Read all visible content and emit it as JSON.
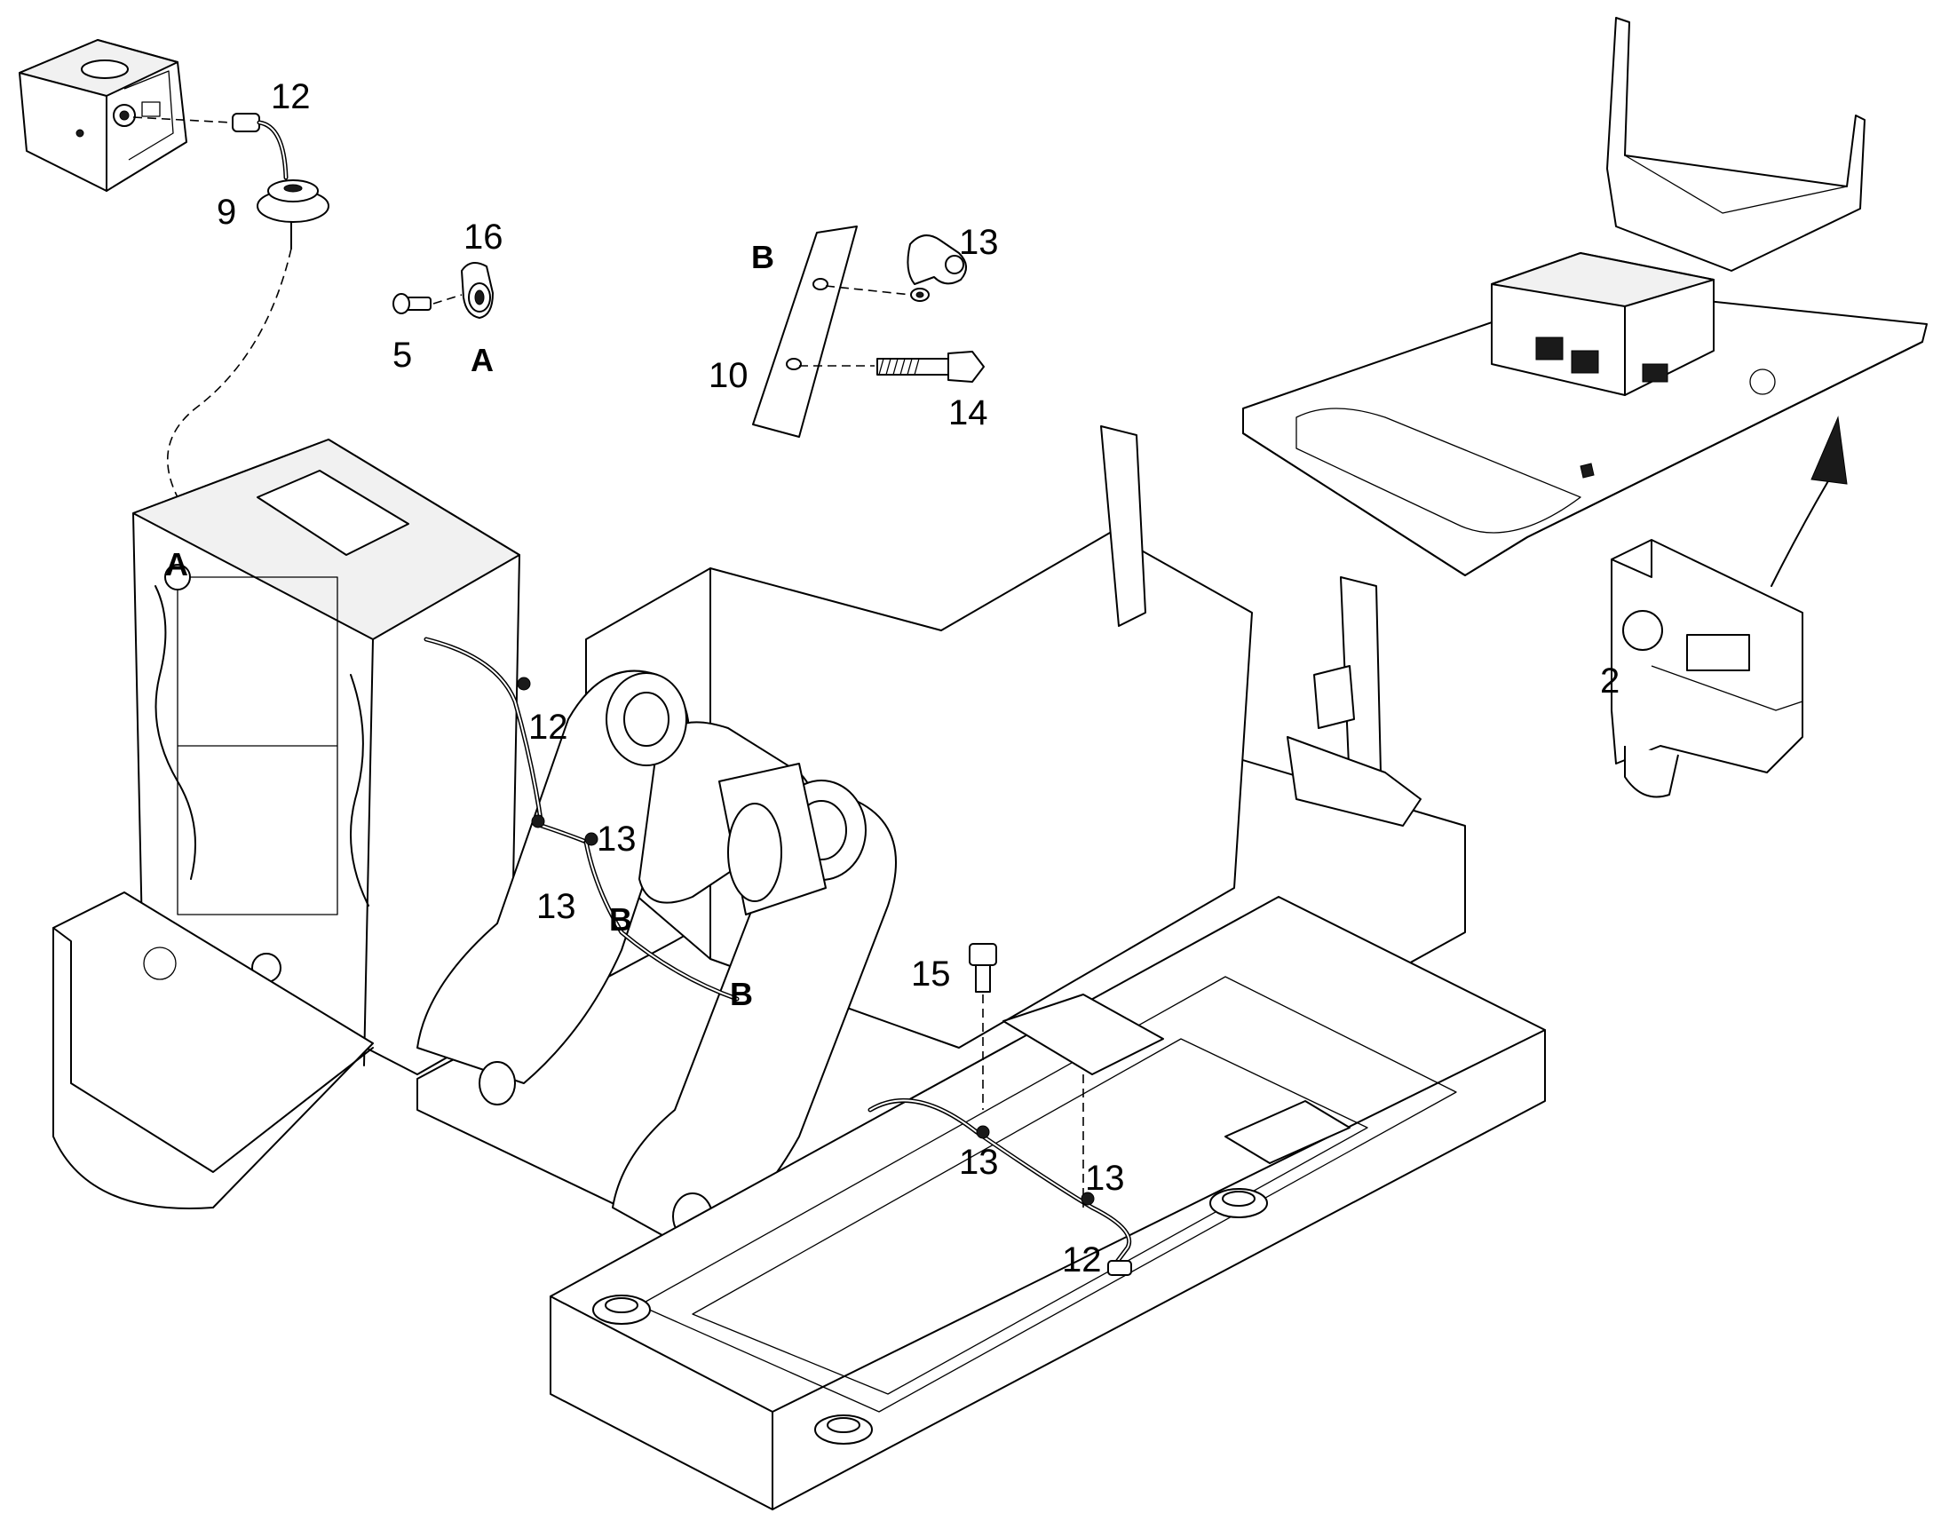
{
  "callouts": {
    "c12_top": "12",
    "c9": "9",
    "c16": "16",
    "c5": "5",
    "cA_detail": "A",
    "cB_detail": "B",
    "c13_top": "13",
    "c10": "10",
    "c14": "14",
    "c2": "2",
    "cA_frame": "A",
    "c12_mid": "12",
    "c13_mid_a": "13",
    "c13_mid_b": "13",
    "cB_mid_a": "B",
    "cB_mid_b": "B",
    "c15": "15",
    "c13_low_a": "13",
    "c13_low_b": "13",
    "c12_low": "12"
  }
}
